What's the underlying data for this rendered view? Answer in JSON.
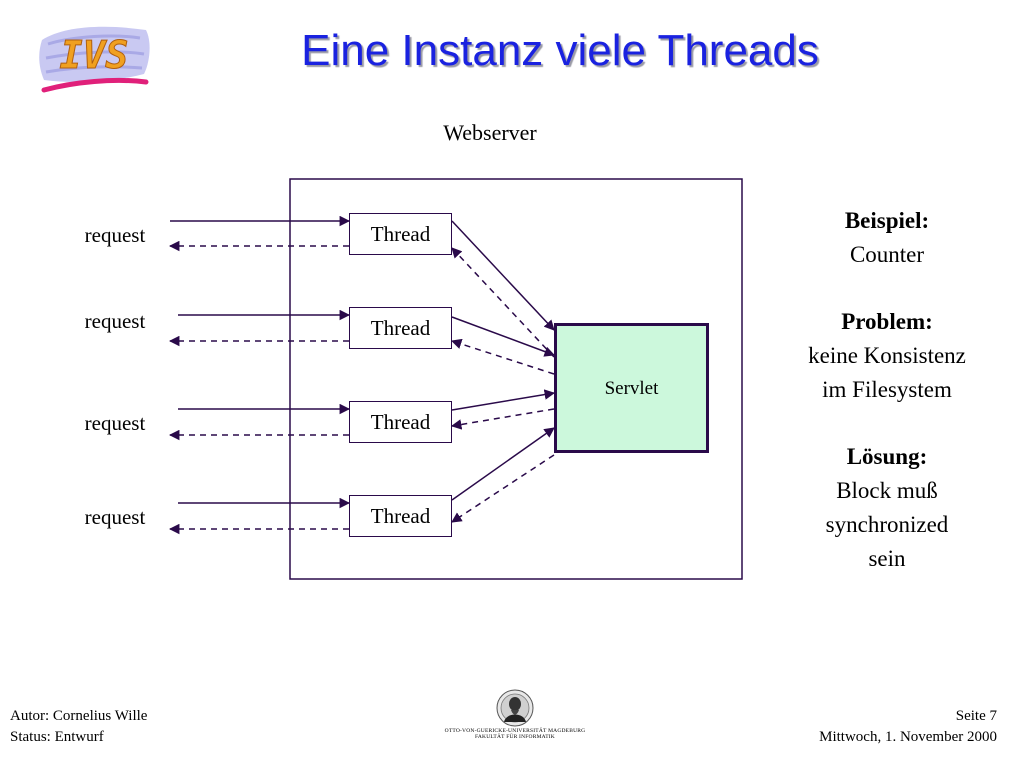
{
  "header": {
    "logo_text": "IVS",
    "title": "Eine Instanz  viele Threads"
  },
  "diagram": {
    "container_label": "Webserver",
    "requests": [
      "request",
      "request",
      "request",
      "request"
    ],
    "threads": [
      "Thread",
      "Thread",
      "Thread",
      "Thread"
    ],
    "servlet": "Servlet",
    "colors": {
      "line": "#2a0a4a",
      "servlet_fill": "#ccf8dc",
      "title": "#1a22e0"
    }
  },
  "info": {
    "example_head": "Beispiel:",
    "example_text": "Counter",
    "problem_head": "Problem:",
    "problem_line1": "keine Konsistenz",
    "problem_line2": "im Filesystem",
    "solution_head": "Lösung:",
    "solution_line1": "Block muß",
    "solution_line2": "synchronized",
    "solution_line3": "sein"
  },
  "footer": {
    "author": "Autor: Cornelius Wille",
    "status": "Status: Entwurf",
    "university_line1": "OTTO-VON-GUERICKE-UNIVERSITÄT MAGDEBURG",
    "university_line2": "FAKULTÄT FÜR INFORMATIK",
    "page": "Seite 7",
    "date": "Mittwoch, 1. November 2000"
  }
}
